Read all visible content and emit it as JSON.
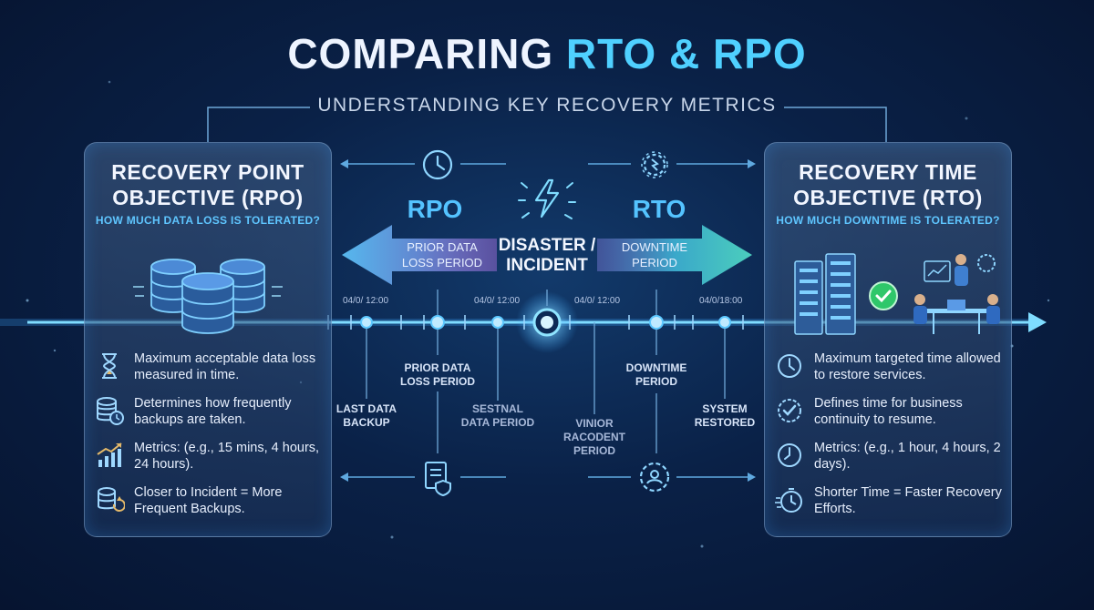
{
  "title": {
    "part1": "COMPARING ",
    "part2": "RTO & RPO"
  },
  "subtitle": "UNDERSTANDING KEY RECOVERY METRICS",
  "left_panel": {
    "title_line1": "RECOVERY POINT",
    "title_line2": "OBJECTIVE (RPO)",
    "question": "HOW MUCH DATA LOSS IS TOLERATED?",
    "items": [
      {
        "icon": "hourglass-icon",
        "text": "Maximum acceptable data loss measured in time."
      },
      {
        "icon": "database-clock-icon",
        "text": "Determines how frequently backups are taken."
      },
      {
        "icon": "chart-growth-icon",
        "text": "Metrics: (e.g., 15 mins, 4 hours, 24 hours)."
      },
      {
        "icon": "backup-cycle-icon",
        "text": "Closer to Incident = More Frequent Backups."
      }
    ]
  },
  "right_panel": {
    "title_line1": "RECOVERY TIME",
    "title_line2": "OBJECTIVE (RTO)",
    "question": "HOW MUCH DOWNTIME IS TOLERATED?",
    "items": [
      {
        "icon": "clock-icon",
        "text": "Maximum targeted time allowed to restore services."
      },
      {
        "icon": "badge-check-icon",
        "text": "Defines time for business continuity to resume."
      },
      {
        "icon": "clock-icon",
        "text": "Metrics: (e.g., 1 hour, 4 hours, 2 days)."
      },
      {
        "icon": "stopwatch-icon",
        "text": "Shorter Time = Faster Recovery Efforts."
      }
    ]
  },
  "center": {
    "rpo_label": "RPO",
    "rto_label": "RTO",
    "rpo_arrow_text": [
      "PRIOR DATA",
      "LOSS PERIOD"
    ],
    "rto_arrow_text": [
      "DOWNTIME",
      "PERIOD"
    ],
    "disaster": [
      "DISASTER /",
      "INCIDENT"
    ]
  },
  "timeline": {
    "timestamps": [
      "04/0/ 12:00",
      "04/0/ 12:00",
      "04/0/ 12:00",
      "04/0/18:00"
    ],
    "labels": {
      "last_backup": [
        "LAST DATA",
        "BACKUP"
      ],
      "prior_loss": [
        "PRIOR DATA",
        "LOSS PERIOD"
      ],
      "sestnal": [
        "SESTNAL",
        "DATA PERIOD"
      ],
      "vinior": [
        "VINIOR",
        "RACODENT",
        "PERIOD"
      ],
      "downtime": [
        "DOWNTIME",
        "PERIOD"
      ],
      "restored": [
        "SYSTEM",
        "RESTORED"
      ]
    }
  },
  "colors": {
    "accent": "#4fd0ff",
    "background": "#0a2147",
    "panel_border": "#96bee9",
    "check_green": "#2fc76a"
  }
}
